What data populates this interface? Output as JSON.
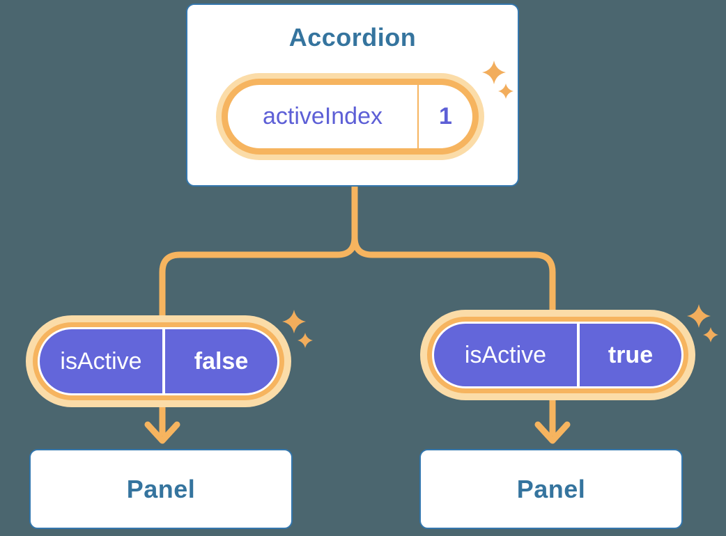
{
  "colors": {
    "background": "#4B666F",
    "card_border": "#3376AD",
    "heading_text": "#35749E",
    "pill_ring": "#F6B45F",
    "pill_halo": "#FBDCA8",
    "connector": "#F6B45F",
    "sparkle": "#F2AD5C",
    "state_text": "#5D5FD6",
    "prop_pill_bg": "#6366DA"
  },
  "accordion_card": {
    "title": "Accordion",
    "state_pill": {
      "label": "activeIndex",
      "value": "1"
    }
  },
  "prop_pills": [
    {
      "label": "isActive",
      "value": "false"
    },
    {
      "label": "isActive",
      "value": "true"
    }
  ],
  "panels": [
    {
      "title": "Panel"
    },
    {
      "title": "Panel"
    }
  ]
}
